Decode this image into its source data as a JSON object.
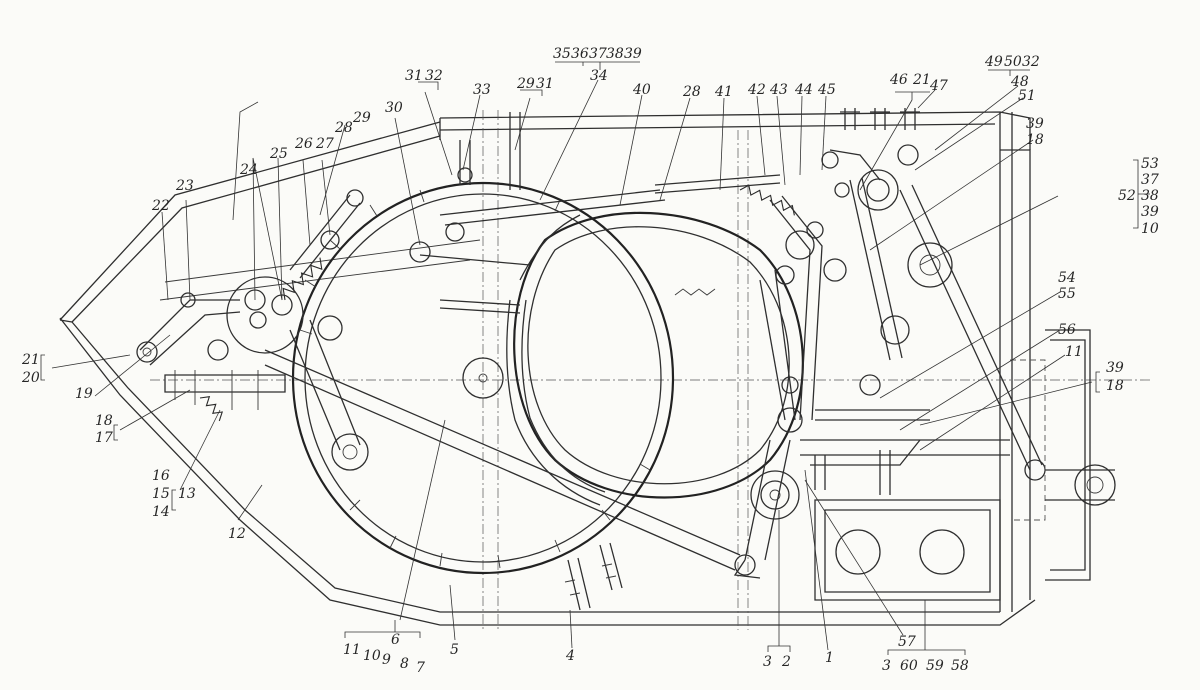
{
  "callouts": [
    {
      "id": "c35",
      "text": "35"
    },
    {
      "id": "c36",
      "text": "36"
    },
    {
      "id": "c37",
      "text": "37"
    },
    {
      "id": "c38",
      "text": "38"
    },
    {
      "id": "c39",
      "text": "39"
    },
    {
      "id": "c34",
      "text": "34"
    },
    {
      "id": "c31a",
      "text": "31"
    },
    {
      "id": "c32a",
      "text": "32"
    },
    {
      "id": "c33",
      "text": "33"
    },
    {
      "id": "c29a",
      "text": "29"
    },
    {
      "id": "c31b",
      "text": "31"
    },
    {
      "id": "c40",
      "text": "40"
    },
    {
      "id": "c28a",
      "text": "28"
    },
    {
      "id": "c41",
      "text": "41"
    },
    {
      "id": "c42",
      "text": "42"
    },
    {
      "id": "c43",
      "text": "43"
    },
    {
      "id": "c44",
      "text": "44"
    },
    {
      "id": "c45",
      "text": "45"
    },
    {
      "id": "c46",
      "text": "46"
    },
    {
      "id": "c21a",
      "text": "21"
    },
    {
      "id": "c47",
      "text": "47"
    },
    {
      "id": "c49",
      "text": "49"
    },
    {
      "id": "c50",
      "text": "50"
    },
    {
      "id": "c32b",
      "text": "32"
    },
    {
      "id": "c48",
      "text": "48"
    },
    {
      "id": "c51",
      "text": "51"
    },
    {
      "id": "c39b",
      "text": "39"
    },
    {
      "id": "c18a",
      "text": "18"
    },
    {
      "id": "c53",
      "text": "53"
    },
    {
      "id": "c37b",
      "text": "37"
    },
    {
      "id": "c52",
      "text": "52"
    },
    {
      "id": "c38b",
      "text": "38"
    },
    {
      "id": "c39c",
      "text": "39"
    },
    {
      "id": "c10a",
      "text": "10"
    },
    {
      "id": "c54",
      "text": "54"
    },
    {
      "id": "c55",
      "text": "55"
    },
    {
      "id": "c56",
      "text": "56"
    },
    {
      "id": "c11a",
      "text": "11"
    },
    {
      "id": "c39d",
      "text": "39"
    },
    {
      "id": "c18b",
      "text": "18"
    },
    {
      "id": "c29b",
      "text": "29"
    },
    {
      "id": "c30",
      "text": "30"
    },
    {
      "id": "c28b",
      "text": "28"
    },
    {
      "id": "c24",
      "text": "24"
    },
    {
      "id": "c25",
      "text": "25"
    },
    {
      "id": "c26",
      "text": "26"
    },
    {
      "id": "c27",
      "text": "27"
    },
    {
      "id": "c22",
      "text": "22"
    },
    {
      "id": "c23",
      "text": "23"
    },
    {
      "id": "c21b",
      "text": "21"
    },
    {
      "id": "c20",
      "text": "20"
    },
    {
      "id": "c19",
      "text": "19"
    },
    {
      "id": "c18c",
      "text": "18"
    },
    {
      "id": "c17",
      "text": "17"
    },
    {
      "id": "c16",
      "text": "16"
    },
    {
      "id": "c15",
      "text": "15"
    },
    {
      "id": "c13",
      "text": "13"
    },
    {
      "id": "c14",
      "text": "14"
    },
    {
      "id": "c12",
      "text": "12"
    },
    {
      "id": "c11b",
      "text": "11"
    },
    {
      "id": "c10b",
      "text": "10"
    },
    {
      "id": "c9",
      "text": "9"
    },
    {
      "id": "c8",
      "text": "8"
    },
    {
      "id": "c7",
      "text": "7"
    },
    {
      "id": "c6",
      "text": "6"
    },
    {
      "id": "c5",
      "text": "5"
    },
    {
      "id": "c4",
      "text": "4"
    },
    {
      "id": "c3a",
      "text": "3"
    },
    {
      "id": "c2",
      "text": "2"
    },
    {
      "id": "c1",
      "text": "1"
    },
    {
      "id": "c57",
      "text": "57"
    },
    {
      "id": "c3b",
      "text": "3"
    },
    {
      "id": "c60",
      "text": "60"
    },
    {
      "id": "c59",
      "text": "59"
    },
    {
      "id": "c58",
      "text": "58"
    }
  ]
}
